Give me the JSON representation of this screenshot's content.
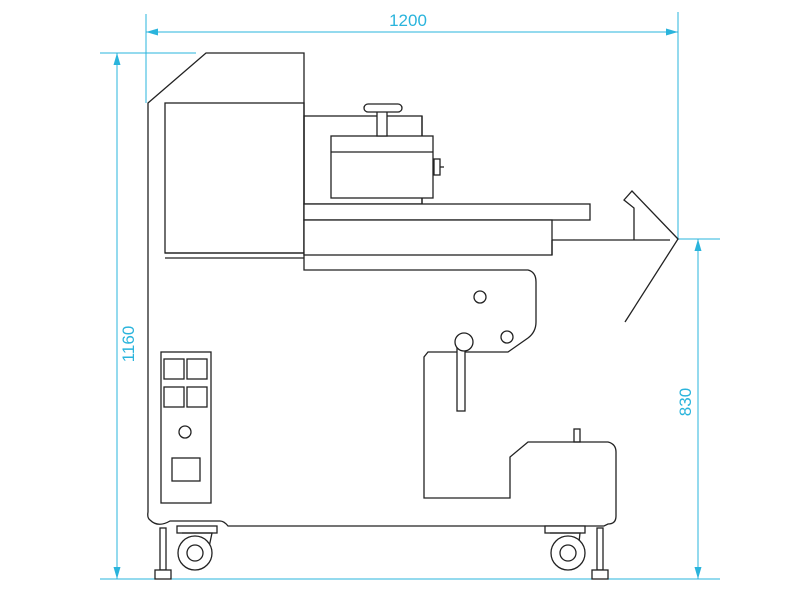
{
  "dimensions": {
    "width_label": "1200",
    "height_label": "1160",
    "table_height_label": "830"
  },
  "colors": {
    "dimension": "#2ab4dc",
    "outline": "#222222",
    "background": "#ffffff"
  }
}
